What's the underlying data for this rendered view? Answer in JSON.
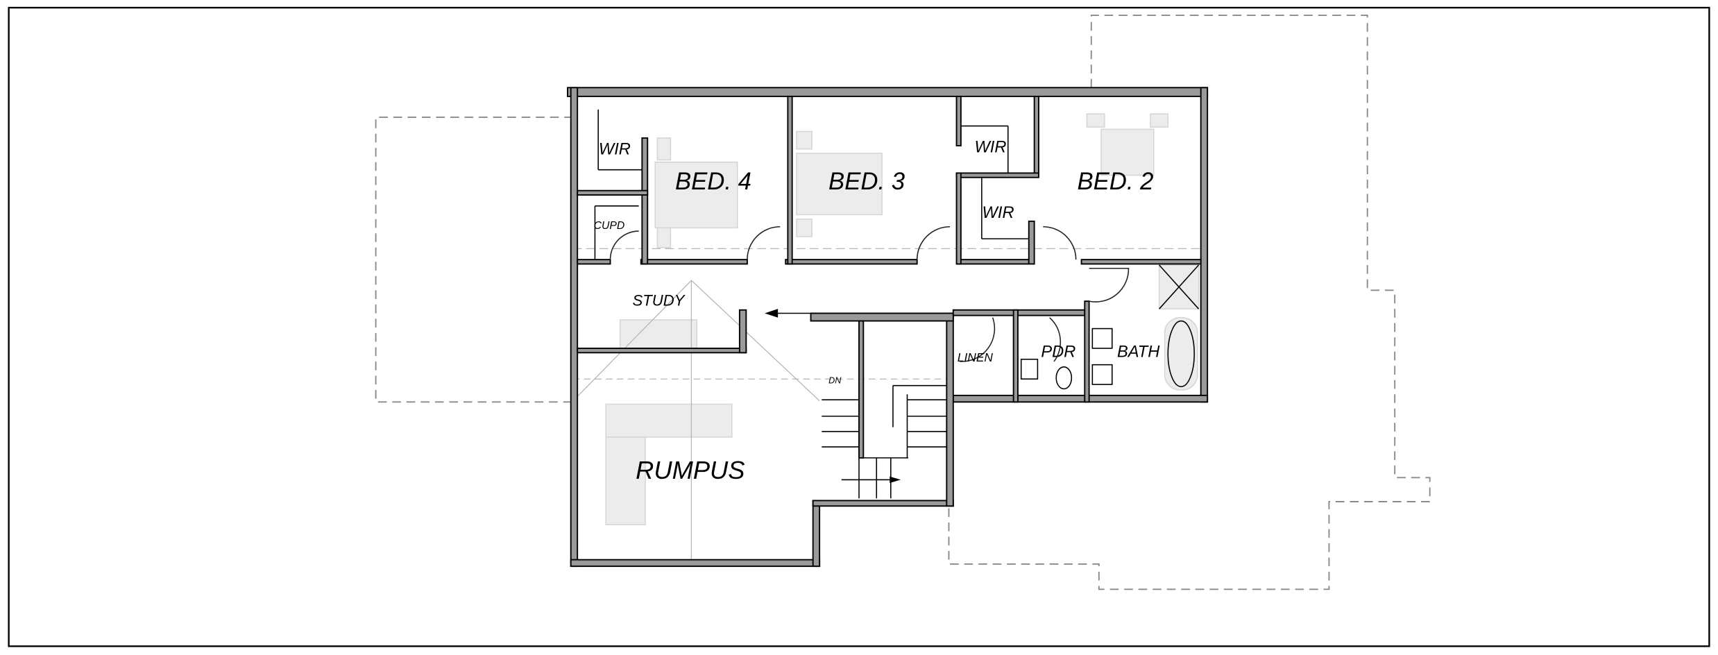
{
  "plan": {
    "rooms": {
      "bed4": "BED. 4",
      "bed3": "BED. 3",
      "bed2": "BED. 2",
      "wir_bed4": "WIR",
      "wir_bed2_upper": "WIR",
      "wir_bed2_lower": "WIR",
      "cupd": "CUPD",
      "study": "STUDY",
      "linen": "LINEN",
      "pdr": "PDR",
      "bath": "BATH",
      "rumpus": "RUMPUS"
    },
    "stair_label": "DN"
  },
  "colors": {
    "wall_fill": "#9a9a9a",
    "furniture": "#ececec",
    "outline_dashed": "#8a8a8a"
  }
}
